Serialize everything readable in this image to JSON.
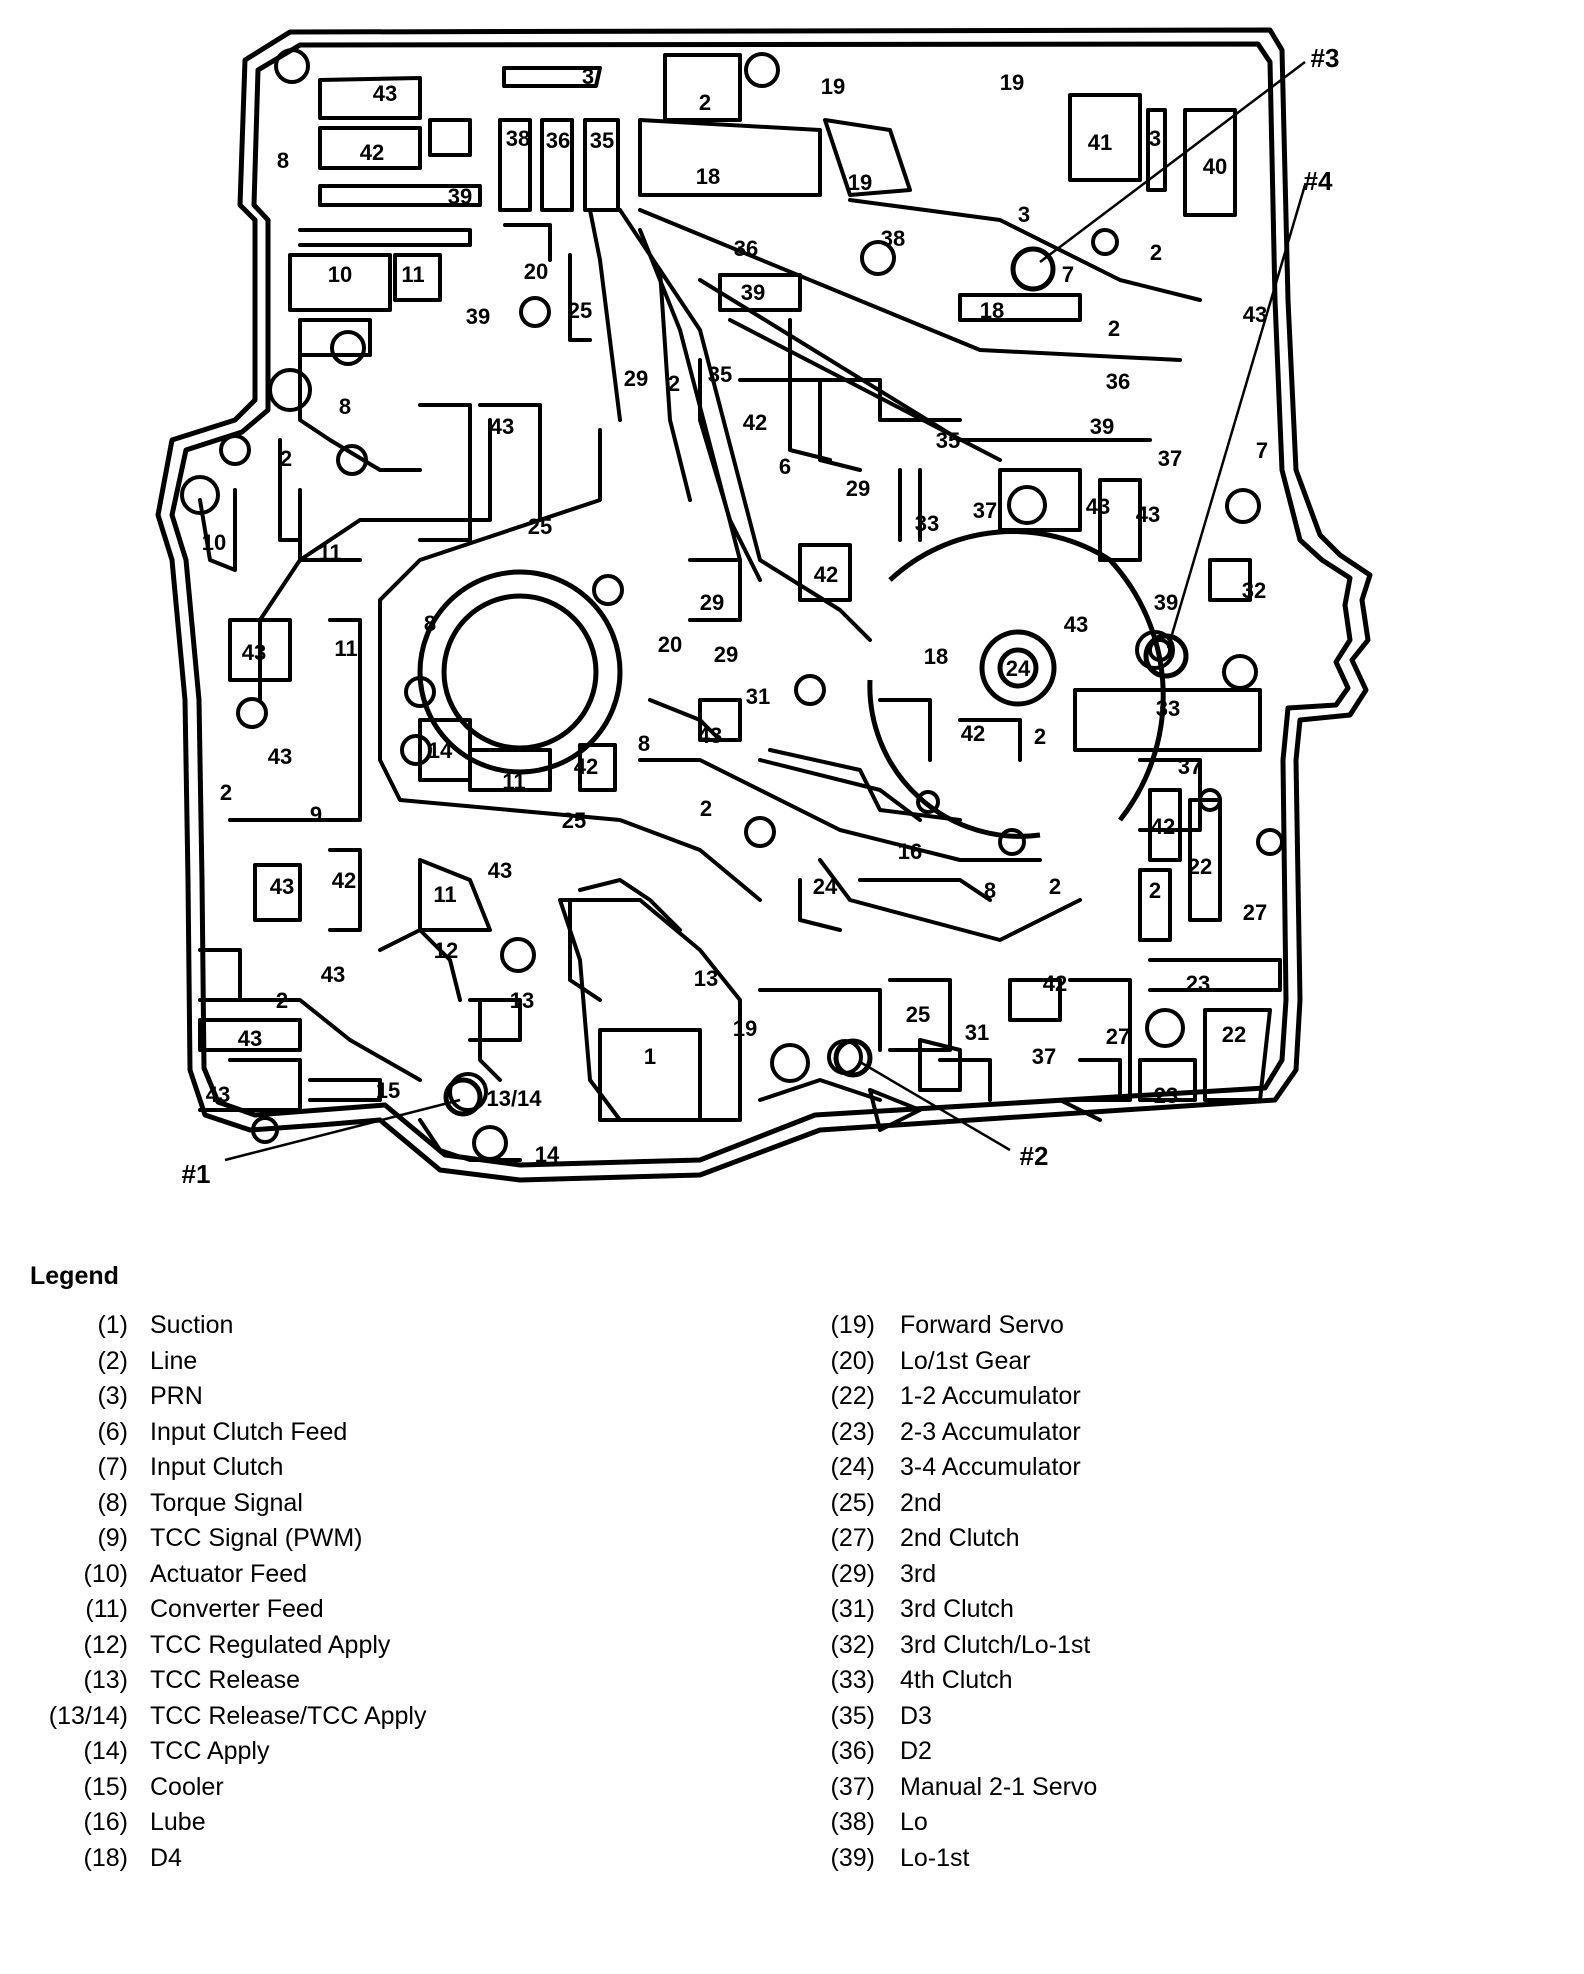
{
  "diagram": {
    "part_labels": [
      {
        "id": "p1",
        "text": "43"
      },
      {
        "id": "p2",
        "text": "3"
      },
      {
        "id": "p3",
        "text": "2"
      },
      {
        "id": "p4",
        "text": "19"
      },
      {
        "id": "p5",
        "text": "19"
      },
      {
        "id": "p6",
        "text": "8"
      },
      {
        "id": "p7",
        "text": "42"
      },
      {
        "id": "p8",
        "text": "38"
      },
      {
        "id": "p9",
        "text": "36"
      },
      {
        "id": "p10",
        "text": "35"
      },
      {
        "id": "p11",
        "text": "18"
      },
      {
        "id": "p12",
        "text": "19"
      },
      {
        "id": "p13",
        "text": "41"
      },
      {
        "id": "p14",
        "text": "3"
      },
      {
        "id": "p15",
        "text": "40"
      },
      {
        "id": "p16",
        "text": "39"
      },
      {
        "id": "p17",
        "text": "3"
      },
      {
        "id": "p18",
        "text": "36"
      },
      {
        "id": "p19",
        "text": "38"
      },
      {
        "id": "p20",
        "text": "7"
      },
      {
        "id": "p21",
        "text": "2"
      },
      {
        "id": "p22",
        "text": "10"
      },
      {
        "id": "p23",
        "text": "11"
      },
      {
        "id": "p24",
        "text": "20"
      },
      {
        "id": "p25",
        "text": "25"
      },
      {
        "id": "p26",
        "text": "39"
      },
      {
        "id": "p27",
        "text": "39"
      },
      {
        "id": "p28",
        "text": "18"
      },
      {
        "id": "p29",
        "text": "2"
      },
      {
        "id": "p30",
        "text": "43"
      },
      {
        "id": "p31",
        "text": "8"
      },
      {
        "id": "p32",
        "text": "29"
      },
      {
        "id": "p33",
        "text": "2"
      },
      {
        "id": "p34",
        "text": "35"
      },
      {
        "id": "p35",
        "text": "36"
      },
      {
        "id": "p36",
        "text": "42"
      },
      {
        "id": "p37",
        "text": "39"
      },
      {
        "id": "p38",
        "text": "43"
      },
      {
        "id": "p39",
        "text": "6"
      },
      {
        "id": "p40",
        "text": "35"
      },
      {
        "id": "p41",
        "text": "37"
      },
      {
        "id": "p42",
        "text": "7"
      },
      {
        "id": "p43",
        "text": "2"
      },
      {
        "id": "p44",
        "text": "29"
      },
      {
        "id": "p45",
        "text": "33"
      },
      {
        "id": "p46",
        "text": "37"
      },
      {
        "id": "p47",
        "text": "43"
      },
      {
        "id": "p48",
        "text": "43"
      },
      {
        "id": "p49",
        "text": "10"
      },
      {
        "id": "p50",
        "text": "11"
      },
      {
        "id": "p51",
        "text": "25"
      },
      {
        "id": "p52",
        "text": "42"
      },
      {
        "id": "p53",
        "text": "39"
      },
      {
        "id": "p54",
        "text": "32"
      },
      {
        "id": "p55",
        "text": "29"
      },
      {
        "id": "p56",
        "text": "8"
      },
      {
        "id": "p57",
        "text": "20"
      },
      {
        "id": "p58",
        "text": "29"
      },
      {
        "id": "p59",
        "text": "18"
      },
      {
        "id": "p60",
        "text": "43"
      },
      {
        "id": "p61",
        "text": "43"
      },
      {
        "id": "p62",
        "text": "11"
      },
      {
        "id": "p63",
        "text": "31"
      },
      {
        "id": "p64",
        "text": "24"
      },
      {
        "id": "p65",
        "text": "43"
      },
      {
        "id": "p66",
        "text": "42"
      },
      {
        "id": "p67",
        "text": "2"
      },
      {
        "id": "p68",
        "text": "33"
      },
      {
        "id": "p69",
        "text": "43"
      },
      {
        "id": "p70",
        "text": "14"
      },
      {
        "id": "p71",
        "text": "8"
      },
      {
        "id": "p72",
        "text": "11"
      },
      {
        "id": "p73",
        "text": "42"
      },
      {
        "id": "p74",
        "text": "2"
      },
      {
        "id": "p75",
        "text": "37"
      },
      {
        "id": "p76",
        "text": "25"
      },
      {
        "id": "p77",
        "text": "9"
      },
      {
        "id": "p78",
        "text": "2"
      },
      {
        "id": "p79",
        "text": "42"
      },
      {
        "id": "p80",
        "text": "22"
      },
      {
        "id": "p81",
        "text": "16"
      },
      {
        "id": "p82",
        "text": "43"
      },
      {
        "id": "p83",
        "text": "42"
      },
      {
        "id": "p84",
        "text": "11"
      },
      {
        "id": "p85",
        "text": "43"
      },
      {
        "id": "p86",
        "text": "24"
      },
      {
        "id": "p87",
        "text": "8"
      },
      {
        "id": "p88",
        "text": "2"
      },
      {
        "id": "p89",
        "text": "2"
      },
      {
        "id": "p90",
        "text": "27"
      },
      {
        "id": "p91",
        "text": "12"
      },
      {
        "id": "p92",
        "text": "43"
      },
      {
        "id": "p93",
        "text": "13"
      },
      {
        "id": "p94",
        "text": "13"
      },
      {
        "id": "p95",
        "text": "42"
      },
      {
        "id": "p96",
        "text": "23"
      },
      {
        "id": "p97",
        "text": "2"
      },
      {
        "id": "p98",
        "text": "43"
      },
      {
        "id": "p99",
        "text": "1"
      },
      {
        "id": "p100",
        "text": "19"
      },
      {
        "id": "p101",
        "text": "25"
      },
      {
        "id": "p102",
        "text": "31"
      },
      {
        "id": "p103",
        "text": "37"
      },
      {
        "id": "p104",
        "text": "27"
      },
      {
        "id": "p105",
        "text": "22"
      },
      {
        "id": "p106",
        "text": "43"
      },
      {
        "id": "p107",
        "text": "15"
      },
      {
        "id": "p108",
        "text": "13/14"
      },
      {
        "id": "p109",
        "text": "23"
      },
      {
        "id": "p110",
        "text": "14"
      }
    ],
    "callouts": [
      {
        "id": "c1",
        "text": "#1"
      },
      {
        "id": "c2",
        "text": "#2"
      },
      {
        "id": "c3",
        "text": "#3"
      },
      {
        "id": "c4",
        "text": "#4"
      }
    ]
  },
  "legend": {
    "title": "Legend",
    "left_column": [
      {
        "code": "(1)",
        "desc": "Suction"
      },
      {
        "code": "(2)",
        "desc": "Line"
      },
      {
        "code": "(3)",
        "desc": "PRN"
      },
      {
        "code": "(6)",
        "desc": "Input Clutch Feed"
      },
      {
        "code": "(7)",
        "desc": "Input Clutch"
      },
      {
        "code": "(8)",
        "desc": "Torque Signal"
      },
      {
        "code": "(9)",
        "desc": "TCC Signal (PWM)"
      },
      {
        "code": "(10)",
        "desc": "Actuator Feed"
      },
      {
        "code": "(11)",
        "desc": "Converter Feed"
      },
      {
        "code": "(12)",
        "desc": "TCC Regulated Apply"
      },
      {
        "code": "(13)",
        "desc": "TCC Release"
      },
      {
        "code": "(13/14)",
        "desc": "TCC Release/TCC Apply"
      },
      {
        "code": "(14)",
        "desc": "TCC Apply"
      },
      {
        "code": "(15)",
        "desc": "Cooler"
      },
      {
        "code": "(16)",
        "desc": "Lube"
      },
      {
        "code": "(18)",
        "desc": "D4"
      }
    ],
    "right_column": [
      {
        "code": "(19)",
        "desc": "Forward Servo"
      },
      {
        "code": "(20)",
        "desc": "Lo/1st  Gear"
      },
      {
        "code": "(22)",
        "desc": "1-2 Accumulator"
      },
      {
        "code": "(23)",
        "desc": "2-3 Accumulator"
      },
      {
        "code": "(24)",
        "desc": "3-4 Accumulator"
      },
      {
        "code": "(25)",
        "desc": "2nd"
      },
      {
        "code": "(27)",
        "desc": "2nd Clutch"
      },
      {
        "code": "(29)",
        "desc": "3rd"
      },
      {
        "code": "(31)",
        "desc": "3rd Clutch"
      },
      {
        "code": "(32)",
        "desc": "3rd Clutch/Lo-1st"
      },
      {
        "code": "(33)",
        "desc": "4th Clutch"
      },
      {
        "code": "(35)",
        "desc": "D3"
      },
      {
        "code": "(36)",
        "desc": "D2"
      },
      {
        "code": "(37)",
        "desc": "Manual 2-1 Servo"
      },
      {
        "code": "(38)",
        "desc": "Lo"
      },
      {
        "code": "(39)",
        "desc": "Lo-1st"
      }
    ]
  }
}
